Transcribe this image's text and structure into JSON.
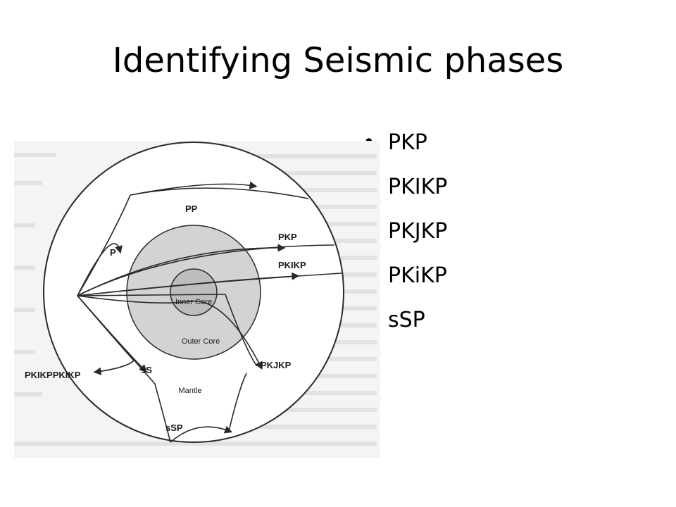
{
  "title": "Identifying Seismic phases",
  "bullets": [
    "PKP",
    "PKIKP",
    "PKJKP",
    "PKiKP",
    "sSP"
  ],
  "diagram": {
    "region_labels": {
      "inner_core": "Inner Core",
      "outer_core": "Outer Core",
      "mantle": "Mantle"
    },
    "phase_labels": {
      "pp": "PP",
      "p": "P",
      "pkp": "PKP",
      "pkikp": "PKIKP",
      "s_s": "sS",
      "pkikppkikp": "PKIKPPKIKP",
      "pkjkp": "PKJKP",
      "ssp": "sSP"
    },
    "colors": {
      "outer_core_fill": "#d3d3d3",
      "inner_core_fill": "#bdbdbd",
      "line": "#2a2a2a",
      "paper": "#f3f3f3"
    }
  }
}
